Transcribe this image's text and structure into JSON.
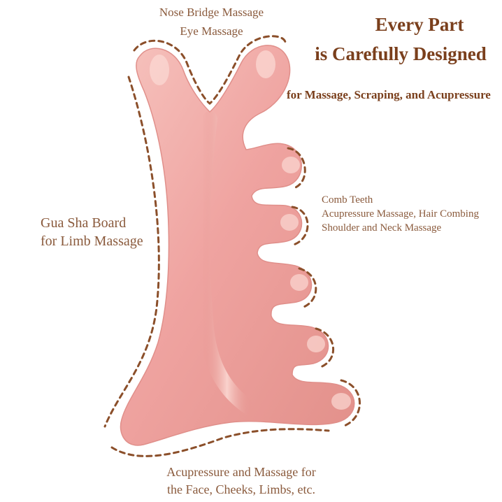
{
  "heading": {
    "line1": "Every Part",
    "line2": "is Carefully Designed",
    "subtitle": "for Massage, Scraping, and Acupressure"
  },
  "labels": {
    "nose_bridge": "Nose Bridge Massage",
    "eye": "Eye Massage",
    "comb_title": "Comb Teeth",
    "comb_line1": "Acupressure Massage, Hair Combing",
    "comb_line2": "Shoulder and Neck Massage",
    "board_line1": "Gua Sha Board",
    "board_line2": "for Limb Massage",
    "bottom_line1": "Acupressure and Massage for",
    "bottom_line2": "the Face, Cheeks, Limbs, etc."
  },
  "colors": {
    "tool_fill": "#efa3a0",
    "tool_light": "#f7c7c2",
    "tool_dark": "#d98580",
    "dash_stroke": "#8b4f2a",
    "heading_text": "#7a3f1c",
    "label_text": "#8a5a3c"
  }
}
